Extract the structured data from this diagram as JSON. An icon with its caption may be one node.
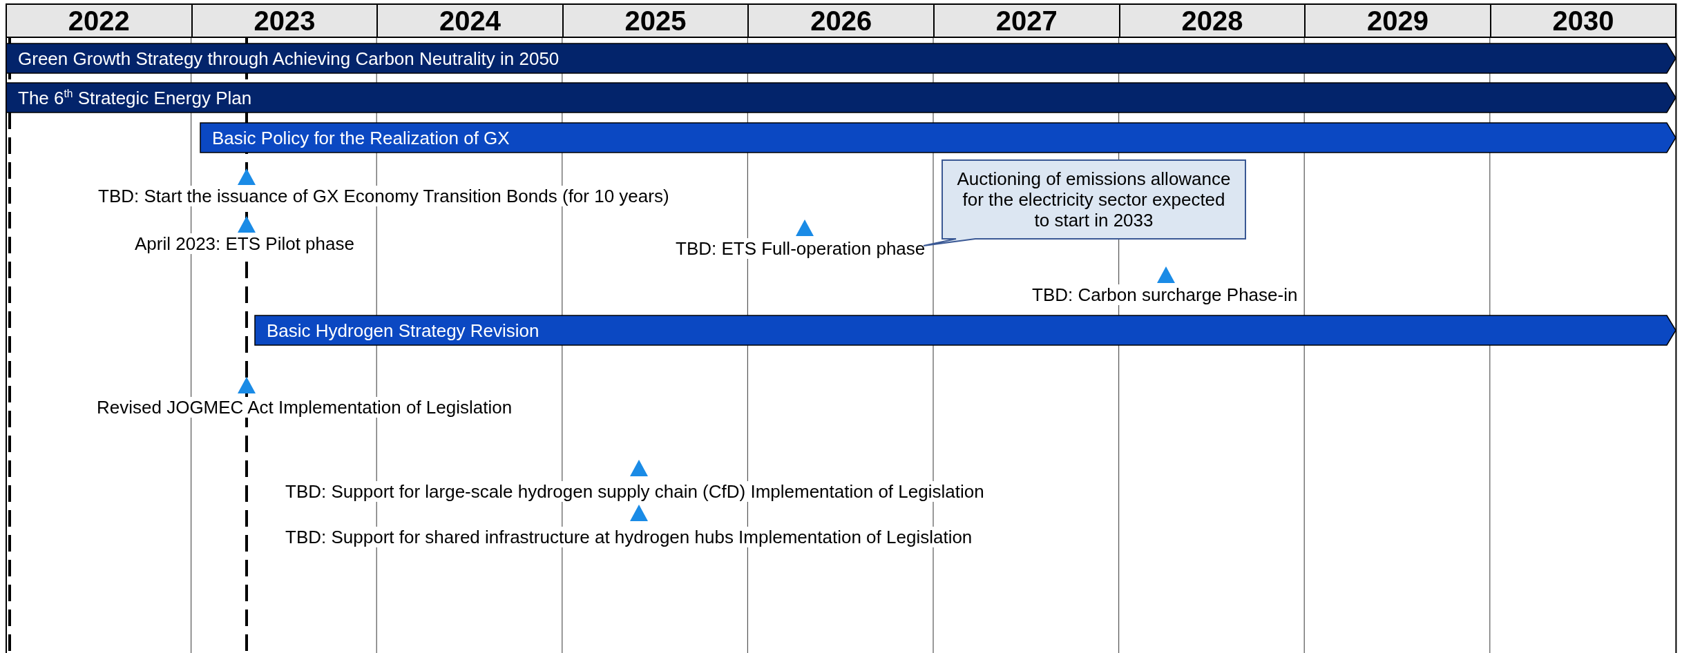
{
  "diagram": {
    "nodes": [
      {
        "text": [
          "2022"
        ]
      },
      {
        "text": [
          "2023"
        ]
      },
      {
        "text": [
          "2024"
        ]
      },
      {
        "text": [
          "2025"
        ]
      },
      {
        "text": [
          "2026"
        ]
      },
      {
        "text": [
          "2027"
        ]
      },
      {
        "text": [
          "2028"
        ]
      },
      {
        "text": [
          "2029"
        ]
      },
      {
        "text": [
          "2030"
        ]
      },
      {
        "text": [
          "Green Growth Strategy through Achieving Carbon Neutrality in 2050"
        ]
      },
      {
        "text": [
          "The 6$^{th}$ Strategic Energy Plan"
        ]
      },
      {
        "text": [
          "Basic Policy for the Realization of GX"
        ]
      },
      {
        "text": [
          "TBD: Start the issuance of GX Economy Transition Bonds (for 10 years)"
        ]
      },
      {
        "text": [
          "April 2023: ETS Pilot phase"
        ]
      },
      {
        "text": [
          "TBD: ETS Full-operation phase"
        ]
      },
      {
        "text": [
          "Auctioning of emissions allowance for the electricity sector expected to start in 2033"
        ]
      },
      {
        "text": [
          "TBD: Carbon surcharge Phase-in"
        ]
      },
      {
        "text": [
          "Basic Hydrogen Strategy Revision"
        ]
      },
      {
        "text": [
          "Revised JOGMEC Act Implementation of Legislation"
        ]
      },
      {
        "text": [
          "TBD: Support for large-scale hydrogen supply chain (CfD) Implementation of Legislation"
        ]
      },
      {
        "text": [
          "TBD: Support for shared infrastructure at hydrogen hubs Implementation of Legislation"
        ]
      }
    ]
  }
}
